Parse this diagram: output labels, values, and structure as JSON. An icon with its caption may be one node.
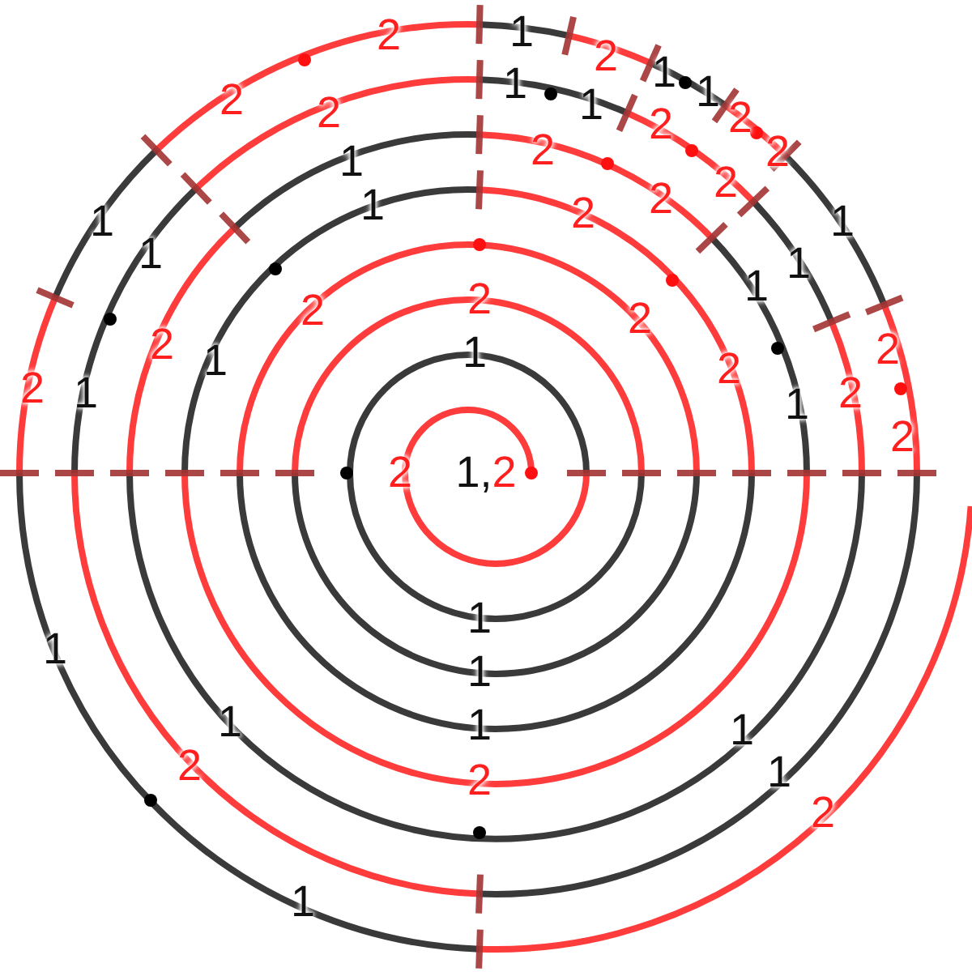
{
  "diagram": {
    "labels": [
      "2",
      "1",
      "2",
      "1",
      "1",
      "1",
      "2",
      "1",
      "2",
      "2",
      "2",
      "2",
      "2",
      "1",
      "2",
      "2",
      "1",
      "2",
      "1",
      "1",
      "1",
      "1",
      "1",
      "2",
      "2",
      "2",
      "2",
      "2",
      "1",
      "1",
      "2",
      "2",
      "1",
      "2",
      "1",
      "2",
      "2",
      "1,2",
      "1",
      "1",
      "1",
      "1",
      "1",
      "1",
      "2",
      "1",
      "2",
      "2",
      "1"
    ]
  }
}
